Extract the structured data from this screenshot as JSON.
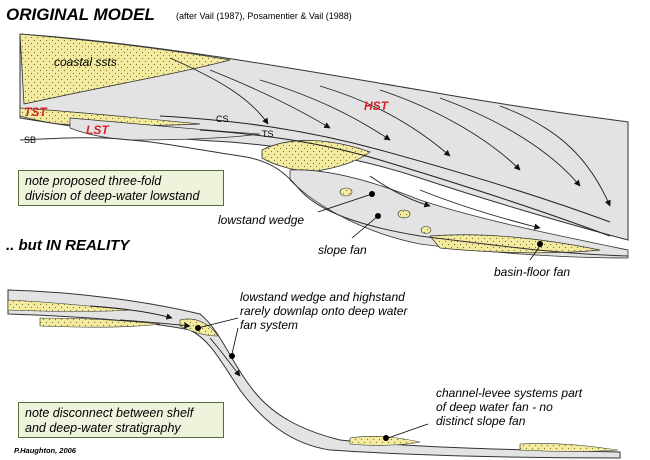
{
  "title": {
    "main": "ORIGINAL MODEL",
    "subtitle": "(after Vail (1987), Posamentier & Vail (1988)"
  },
  "original_model": {
    "labels": {
      "coastal_ssts": "coastal ssts",
      "tst": "TST",
      "lst": "LST",
      "hst": "HST",
      "cs": "CS",
      "ts": "TS",
      "sb": "SB",
      "lowstand_wedge": "lowstand wedge",
      "slope_fan": "slope fan",
      "basin_floor_fan": "basin-floor fan"
    },
    "note": [
      "note proposed three-fold",
      "division of deep-water lowstand"
    ]
  },
  "reality": {
    "heading": ".. but IN REALITY",
    "note_upper": [
      "lowstand wedge and highstand",
      "rarely downlap onto deep water",
      "fan system"
    ],
    "note_lower": [
      "channel-levee systems part",
      "of deep water fan - no",
      "distinct slope fan"
    ],
    "box": [
      "note disconnect between shelf",
      "and deep-water stratigraphy"
    ]
  },
  "credit": "P.Haughton, 2006",
  "colors": {
    "sand": "#f3eca0",
    "shale": "#e3e3e3",
    "red_label": "#d3232a",
    "box_fill": "#eef4dc"
  }
}
